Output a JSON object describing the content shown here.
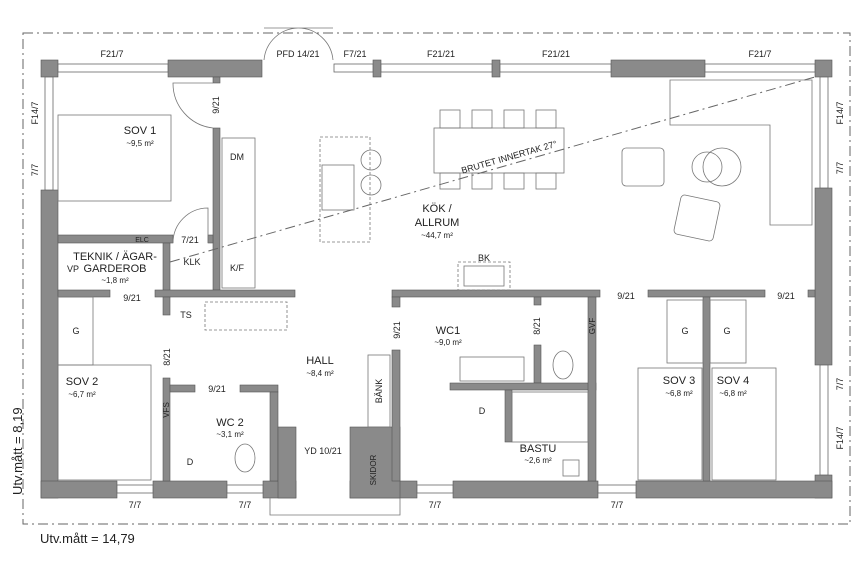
{
  "rooms": [
    {
      "name": "SOV 1",
      "area": "~9,5 m²"
    },
    {
      "name": "KÖK /",
      "name2": "ALLRUM",
      "area": "~44,7 m²"
    },
    {
      "name": "TEKNIK / ÄGAR-",
      "name2": "GARDEROB",
      "area": "~1,8 m²"
    },
    {
      "name": "SOV 2",
      "area": "~6,7 m²"
    },
    {
      "name": "HALL",
      "area": "~8,4 m²"
    },
    {
      "name": "WC 2",
      "area": "~3,1 m²"
    },
    {
      "name": "WC1",
      "area": "~9,0 m²"
    },
    {
      "name": "BASTU",
      "area": "~2,6 m²"
    },
    {
      "name": "SOV 3",
      "area": "~6,8 m²"
    },
    {
      "name": "SOV 4",
      "area": "~6,8 m²"
    }
  ],
  "windows_top": [
    "F21/7",
    "PFD 14/21",
    "F7/21",
    "F21/21",
    "F21/21",
    "F21/7"
  ],
  "windows_side": [
    "F14/7",
    "7/7",
    "F14/7",
    "7/7",
    "7/7",
    "F14/7"
  ],
  "windows_bottom": [
    "7/7",
    "7/7",
    "7/7",
    "7/7"
  ],
  "doors": [
    "9/21",
    "7/21",
    "9/21",
    "8/21",
    "9/21",
    "9/21",
    "8/21",
    "9/21",
    "9/21",
    "YD 10/21"
  ],
  "fixtures": [
    "DM",
    "KLK",
    "K/F",
    "ELC",
    "VP",
    "BK",
    "TS",
    "G",
    "G",
    "G",
    "BÄNK",
    "VFS",
    "D",
    "D",
    "GVF",
    "SKIDOR"
  ],
  "ceiling_note": "BRUTET INNERTAK 27°",
  "dimensions": {
    "width": "Utv.mått = 14,79",
    "height": "Utv.mått = 8,19"
  }
}
